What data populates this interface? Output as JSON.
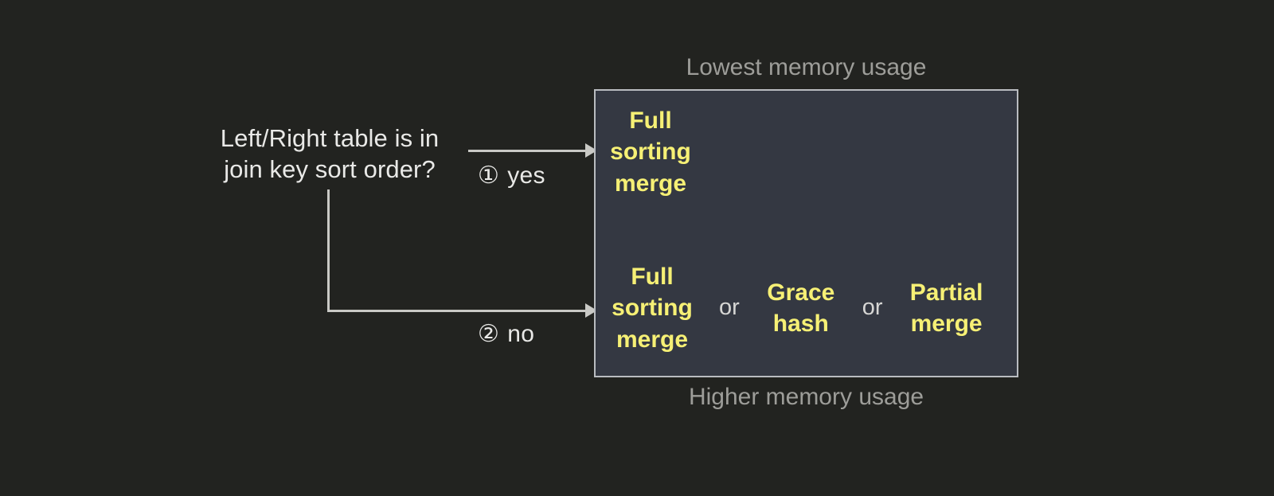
{
  "diagram": {
    "question": {
      "line1": "Left/Right table is in",
      "line2": "join key sort order?"
    },
    "branches": [
      {
        "marker": "①",
        "label": "yes",
        "name": "yes"
      },
      {
        "marker": "②",
        "label": "no",
        "name": "no"
      }
    ],
    "box": {
      "top_caption": "Lowest memory usage",
      "bottom_caption": "Higher memory usage",
      "rows": [
        {
          "name": "yes-result",
          "options": [
            {
              "name": "full-sorting-merge",
              "line1": "Full",
              "line2": "sorting",
              "line3": "merge"
            }
          ],
          "separators": []
        },
        {
          "name": "no-result",
          "options": [
            {
              "name": "full-sorting-merge",
              "line1": "Full",
              "line2": "sorting",
              "line3": "merge"
            },
            {
              "name": "grace-hash",
              "line1": "Grace",
              "line2": "hash",
              "line3": ""
            },
            {
              "name": "partial-merge",
              "line1": "Partial",
              "line2": "merge",
              "line3": ""
            }
          ],
          "separators": [
            "or",
            "or"
          ]
        }
      ]
    },
    "colors": {
      "page_background": "#222320",
      "box_background": "#343842",
      "box_border": "#b9bcc0",
      "option_text": "#f6f075",
      "body_text": "#e9e9e7",
      "caption_text": "#9d9d99",
      "connector": "#c9c9c5"
    }
  }
}
